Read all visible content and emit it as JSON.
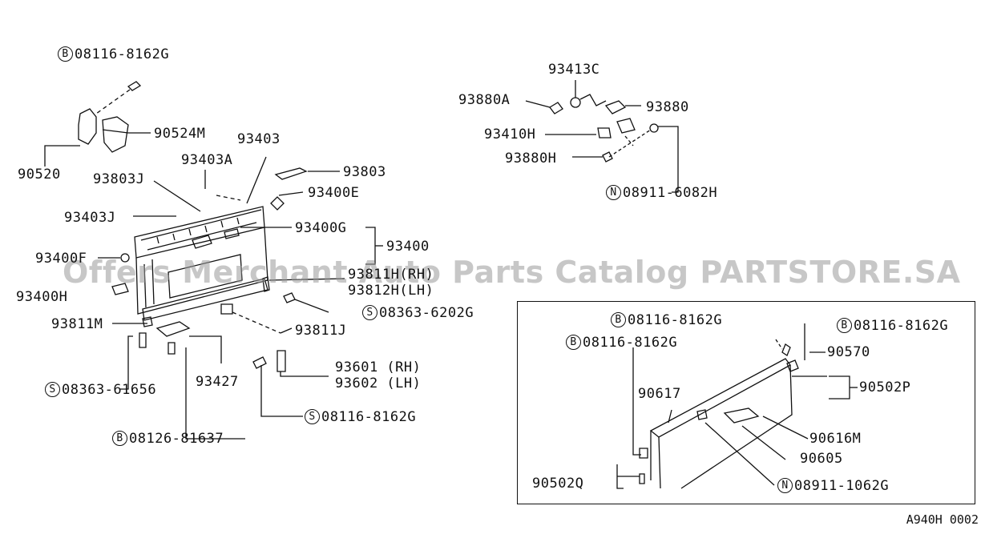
{
  "watermark": "Offers Merchant Auto Parts Catalog PARTSTORE.SA",
  "diagram_code": "A940H 0002",
  "labels": {
    "b_08116_8162G_top": {
      "prefix": "B",
      "text": "08116-8162G"
    },
    "p90524M": {
      "text": "90524M"
    },
    "p90520": {
      "text": "90520"
    },
    "p93403": {
      "text": "93403"
    },
    "p93403A": {
      "text": "93403A"
    },
    "p93803J": {
      "text": "93803J"
    },
    "p93803": {
      "text": "93803"
    },
    "p93400E": {
      "text": "93400E"
    },
    "p93403J": {
      "text": "93403J"
    },
    "p93400G": {
      "text": "93400G"
    },
    "p93400": {
      "text": "93400"
    },
    "p93400F": {
      "text": "93400F"
    },
    "p93811H": {
      "text": "93811H(RH)"
    },
    "p93812H": {
      "text": "93812H(LH)"
    },
    "p93400H": {
      "text": "93400H"
    },
    "s_08363_6202G": {
      "prefix": "S",
      "text": "08363-6202G"
    },
    "p93811M": {
      "text": "93811M"
    },
    "p93811J": {
      "text": "93811J"
    },
    "p93427": {
      "text": "93427"
    },
    "p93601": {
      "text": "93601 (RH)"
    },
    "p93602": {
      "text": "93602 (LH)"
    },
    "s_08363_61656": {
      "prefix": "S",
      "text": "08363-61656"
    },
    "s_08116_8162G": {
      "prefix": "S",
      "text": "08116-8162G"
    },
    "b_08126_81637": {
      "prefix": "B",
      "text": "08126-81637"
    },
    "p93413C": {
      "text": "93413C"
    },
    "p93880A": {
      "text": "93880A"
    },
    "p93880": {
      "text": "93880"
    },
    "p93410H": {
      "text": "93410H"
    },
    "p93880H": {
      "text": "93880H"
    },
    "n_08911_6082H": {
      "prefix": "N",
      "text": "08911-6082H"
    },
    "b_08116_8162G_in1": {
      "prefix": "B",
      "text": "08116-8162G"
    },
    "b_08116_8162G_in2": {
      "prefix": "B",
      "text": "08116-8162G"
    },
    "b_08116_8162G_in3": {
      "prefix": "B",
      "text": "08116-8162G"
    },
    "p90570": {
      "text": "90570"
    },
    "p90502P": {
      "text": "90502P"
    },
    "p90617": {
      "text": "90617"
    },
    "p90616M": {
      "text": "90616M"
    },
    "p90605": {
      "text": "90605"
    },
    "p90502Q": {
      "text": "90502Q"
    },
    "n_08911_1062G": {
      "prefix": "N",
      "text": "08911-1062G"
    }
  }
}
